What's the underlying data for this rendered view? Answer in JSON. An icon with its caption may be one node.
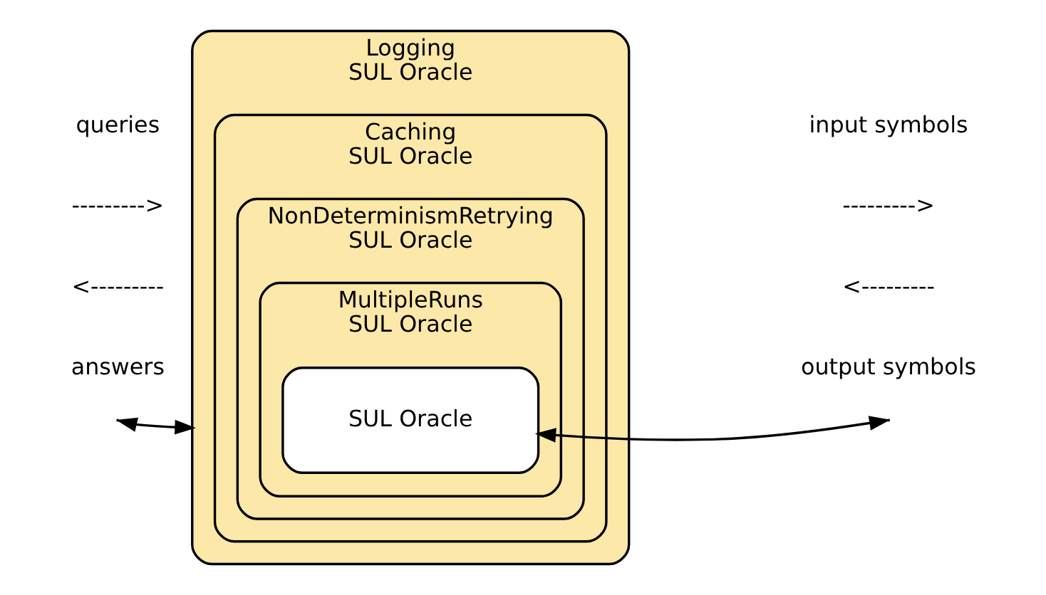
{
  "diagram": {
    "nodes": [
      {
        "text": [
          "Logging",
          "SUL Oracle"
        ]
      },
      {
        "text": [
          "Caching",
          "SUL Oracle"
        ],
        "in": 0
      },
      {
        "text": [
          "NonDeterminismRetrying",
          "SUL Oracle"
        ],
        "in": 1
      },
      {
        "text": [
          "MultipleRuns",
          "SUL Oracle"
        ],
        "in": 2
      },
      {
        "text": [
          "SUL Oracle"
        ],
        "in": 3
      }
    ],
    "edges": [
      {
        "from": null,
        "to": 0,
        "arrow": "both"
      },
      {
        "from": null,
        "to": 4,
        "arrow": "both"
      }
    ],
    "labels": [
      "queries",
      "--------->",
      "<---------",
      "answers",
      "input symbols",
      "--------->",
      "<---------",
      "output symbols"
    ]
  }
}
